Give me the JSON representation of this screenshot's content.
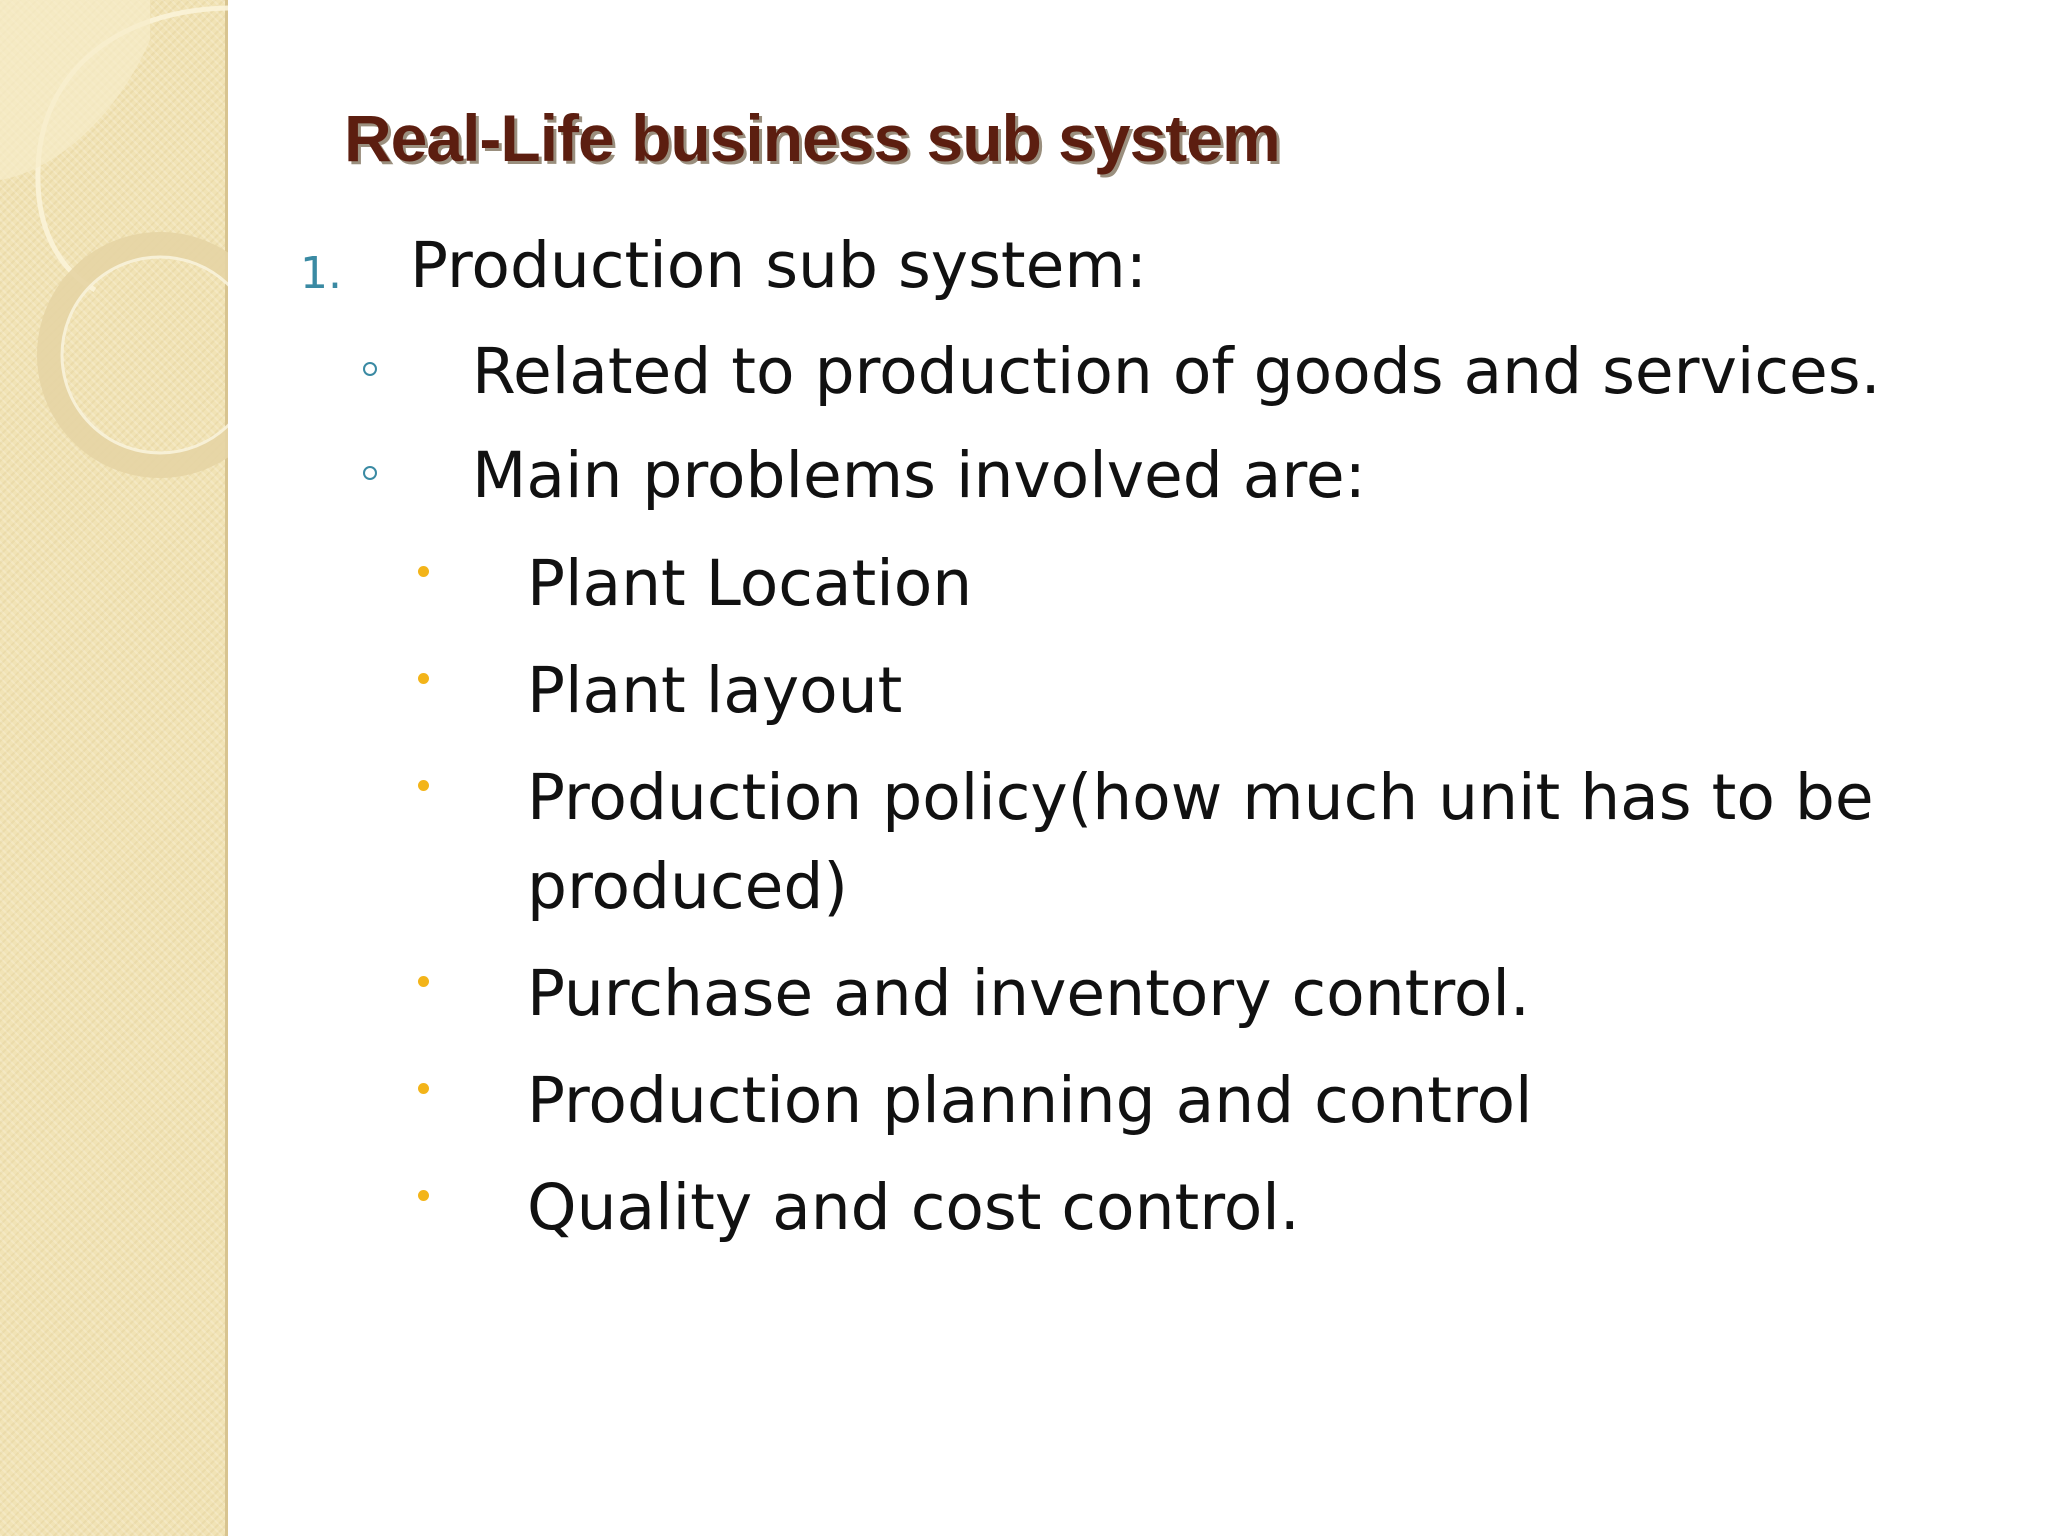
{
  "slide": {
    "title": "Real-Life business sub system",
    "level1": {
      "marker": "1.",
      "text": "Production sub system:"
    },
    "level2": [
      {
        "text": "Related to production of goods and services."
      },
      {
        "text": "Main problems involved are:"
      }
    ],
    "level3": [
      {
        "text": "Plant Location"
      },
      {
        "text": "Plant layout"
      },
      {
        "text_line1": "Production policy(how much unit has to be",
        "text_line2": "produced)"
      },
      {
        "text": "Purchase and inventory control."
      },
      {
        "text": "Production planning and control"
      },
      {
        "text": "Quality and cost control."
      }
    ]
  },
  "colors": {
    "title": "#5c1e10",
    "title_shadow": "#9a8f7e",
    "body_text": "#111111",
    "number_marker": "#3a8aa3",
    "circle_marker": "#3a8aa3",
    "dot_marker": "#f3b419",
    "side_band": "#f1e3b5"
  }
}
